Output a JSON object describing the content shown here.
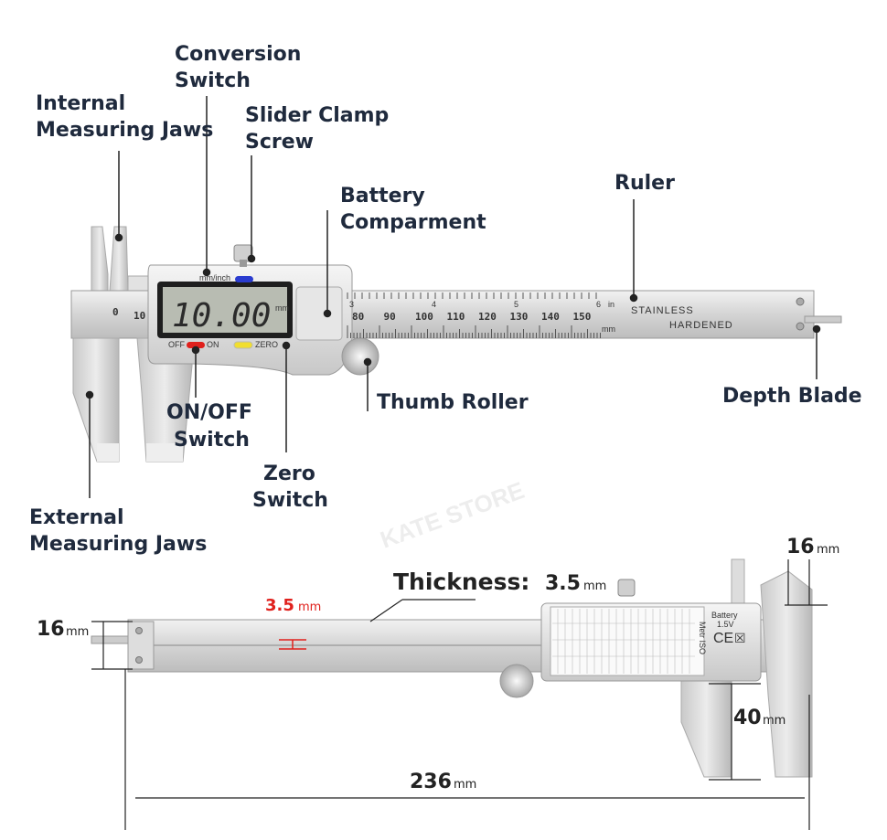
{
  "labels": {
    "conversion_switch": [
      "Conversion",
      "Switch"
    ],
    "internal_jaws": [
      "Internal",
      "Measuring Jaws"
    ],
    "slider_clamp": [
      "Slider Clamp",
      "Screw"
    ],
    "battery": [
      "Battery",
      "Comparment"
    ],
    "ruler": "Ruler",
    "thumb_roller": "Thumb Roller",
    "depth_blade": "Depth Blade",
    "on_off": [
      "ON/OFF",
      "Switch"
    ],
    "zero": [
      "Zero",
      "Switch"
    ],
    "external_jaws": [
      "External",
      "Measuring Jaws"
    ]
  },
  "caliper": {
    "display_value": "10.00",
    "display_unit": "mm",
    "mode_label": "mm/inch",
    "off_label": "OFF",
    "on_label": "ON",
    "zero_label": "ZERO",
    "scale_left": [
      "0",
      "10"
    ],
    "scale_main": [
      "80",
      "90",
      "100",
      "110",
      "120",
      "130",
      "140",
      "150"
    ],
    "inch_marks": [
      "3",
      "4",
      "5",
      "6"
    ],
    "in_label": "in",
    "mm_label": "mm",
    "engraving": [
      "STAINLESS",
      "HARDENED"
    ],
    "watermark": "KATE STORE"
  },
  "dimensions": {
    "thickness_label": "Thickness:",
    "thickness_value": "3.5",
    "thickness_unit": "mm",
    "red_value": "3.5",
    "red_unit": "mm",
    "end_height": "16",
    "end_unit": "mm",
    "jaw_width": "16",
    "jaw_unit": "mm",
    "jaw_depth": "40",
    "jaw_depth_unit": "mm",
    "length": "236",
    "length_unit": "mm",
    "battery_text": [
      "Battery",
      "1.5V"
    ],
    "ce": "CE",
    "table_title": "Metr ISO"
  },
  "colors": {
    "label": "#1f2a3d",
    "red": "#e0201c",
    "blue": "#2a3ccf",
    "yellow": "#f1de2e",
    "steel": "#d9d9d9"
  }
}
